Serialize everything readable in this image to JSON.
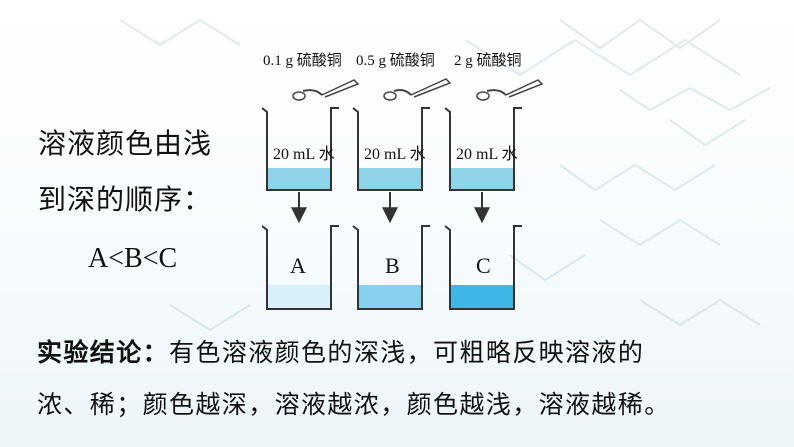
{
  "left": {
    "line1": "溶液颜色由浅",
    "line2": "到深的顺序：",
    "order": "A<B<C"
  },
  "diagram": {
    "amounts": [
      "0.1 g 硫酸铜",
      "0.5 g 硫酸铜",
      "2 g 硫酸铜"
    ],
    "water_labels": [
      "20 mL 水",
      "20 mL 水",
      "20 mL 水"
    ],
    "result_labels": [
      "A",
      "B",
      "C"
    ],
    "colors": {
      "water": "#8fd3e8",
      "light": "#d8f0f8",
      "medium": "#86d2ee",
      "dark": "#3fb7e6",
      "outline": "#333333"
    }
  },
  "conclusion": {
    "prefix": "实验结论：",
    "line1_rest": "有色溶液颜色的深浅，可粗略反映溶液的",
    "line2": "浓、稀；颜色越深，溶液越浓，颜色越浅，溶液越稀。"
  }
}
